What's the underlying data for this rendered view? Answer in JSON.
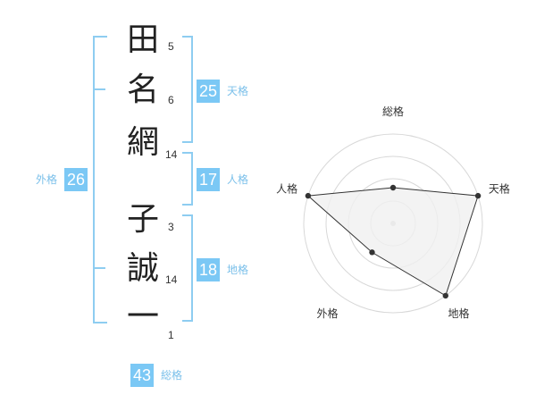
{
  "name_chars": [
    {
      "char": "田",
      "strokes": "5"
    },
    {
      "char": "名",
      "strokes": "6"
    },
    {
      "char": "網",
      "strokes": "14"
    },
    {
      "char": "子",
      "strokes": "3"
    },
    {
      "char": "誠",
      "strokes": "14"
    },
    {
      "char": "一",
      "strokes": "1"
    }
  ],
  "fortunes": {
    "tenkaku": {
      "value": "25",
      "label": "天格"
    },
    "jinkaku": {
      "value": "17",
      "label": "人格"
    },
    "chikaku": {
      "value": "18",
      "label": "地格"
    },
    "gaikaku": {
      "value": "26",
      "label": "外格"
    },
    "soukaku": {
      "value": "43",
      "label": "総格"
    }
  },
  "chart_data": {
    "type": "radar",
    "axes": [
      "総格",
      "天格",
      "地格",
      "外格",
      "人格"
    ],
    "values": [
      0.4,
      1.0,
      1.0,
      0.4,
      1.0
    ],
    "rings": 4,
    "colors": {
      "line": "#333333",
      "fill": "#f0f0f0",
      "ring": "#d8d8d8",
      "point": "#333333"
    }
  }
}
